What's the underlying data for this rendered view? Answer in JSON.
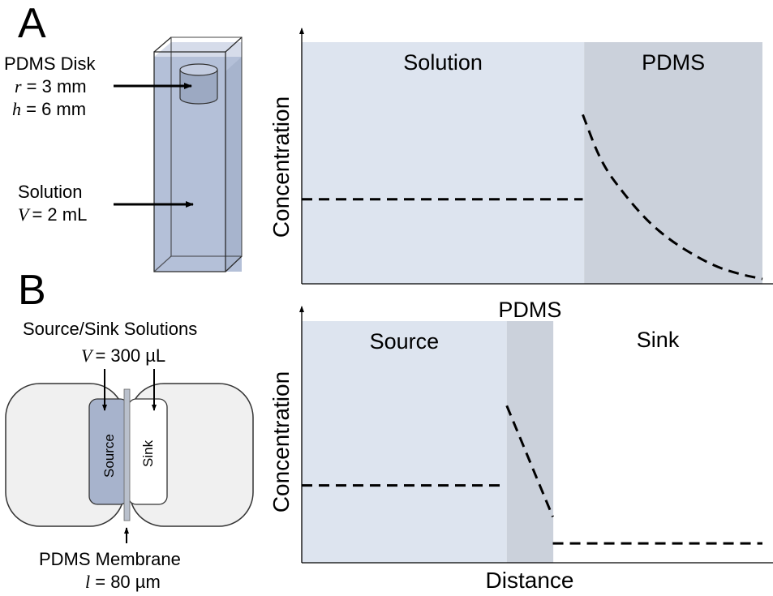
{
  "colors": {
    "solution_fill": "#dde4ef",
    "pdms_fill": "#cbd1db",
    "cuvette_fill": "#b4c0d8",
    "cuvette_stroke": "#2b2b2b",
    "disk_fill": "#9ca9c2",
    "device_fill": "#f0f0f0",
    "source_fill": "#a7b3cc",
    "membrane_fill": "#b9c0cc",
    "dashed_line": "#000000"
  },
  "panel_a": {
    "label": "A",
    "disk_title": "PDMS Disk",
    "disk_r_var": "r",
    "disk_r_value": " = 3 mm",
    "disk_h_var": "h",
    "disk_h_value": " = 6 mm",
    "solution_title": "Solution",
    "solution_v_var": "V",
    "solution_v_value": "= 2 mL"
  },
  "panel_b": {
    "label": "B",
    "solutions_title": "Source/Sink Solutions",
    "solutions_v_var": "V",
    "solutions_v_value": "= 300 µL",
    "source_label": "Source",
    "sink_label": "Sink",
    "membrane_title": "PDMS Membrane",
    "membrane_l_var": "l",
    "membrane_l_value": " = 80 µm"
  },
  "chart_data": [
    {
      "type": "line",
      "title": "",
      "xlabel": "",
      "ylabel": "Concentration",
      "regions": [
        "Solution",
        "PDMS"
      ],
      "series": [
        {
          "x": [
            0,
            0.61
          ],
          "y": [
            0.35,
            0.35
          ]
        },
        {
          "x": [
            0.61,
            0.65,
            0.7,
            0.75,
            0.8,
            0.85,
            0.9,
            0.95,
            1.0
          ],
          "y": [
            0.7,
            0.5,
            0.37,
            0.26,
            0.18,
            0.12,
            0.07,
            0.04,
            0.02
          ]
        }
      ]
    },
    {
      "type": "line",
      "title": "",
      "xlabel": "Distance",
      "ylabel": "Concentration",
      "regions": [
        "Source",
        "PDMS",
        "Sink"
      ],
      "series": [
        {
          "x": [
            0,
            0.43
          ],
          "y": [
            0.32,
            0.32
          ]
        },
        {
          "x": [
            0.445,
            0.545
          ],
          "y": [
            0.65,
            0.19
          ]
        },
        {
          "x": [
            0.545,
            1.0
          ],
          "y": [
            0.08,
            0.08
          ]
        }
      ]
    }
  ]
}
